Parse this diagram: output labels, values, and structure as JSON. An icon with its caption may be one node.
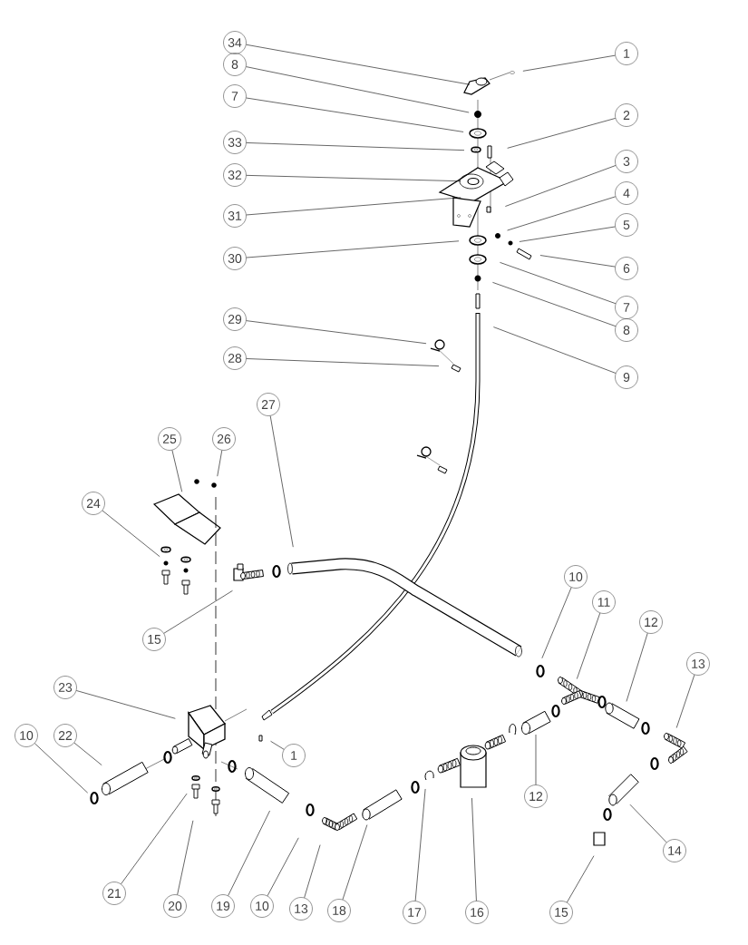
{
  "diagram": {
    "nodes": [
      {
        "text": [
          "34"
        ]
      },
      {
        "text": [
          "1"
        ]
      },
      {
        "text": [
          "8"
        ]
      },
      {
        "text": [
          "7"
        ]
      },
      {
        "text": [
          "33"
        ]
      },
      {
        "text": [
          "2"
        ]
      },
      {
        "text": [
          "32"
        ]
      },
      {
        "text": [
          "3"
        ]
      },
      {
        "text": [
          "31"
        ]
      },
      {
        "text": [
          "4"
        ]
      },
      {
        "text": [
          "5"
        ]
      },
      {
        "text": [
          "30"
        ]
      },
      {
        "text": [
          "6"
        ]
      },
      {
        "text": [
          "7"
        ]
      },
      {
        "text": [
          "8"
        ]
      },
      {
        "text": [
          "29"
        ]
      },
      {
        "text": [
          "28"
        ]
      },
      {
        "text": [
          "9"
        ]
      },
      {
        "text": [
          "25"
        ]
      },
      {
        "text": [
          "26"
        ]
      },
      {
        "text": [
          "27"
        ]
      },
      {
        "text": [
          "24"
        ]
      },
      {
        "text": [
          "15"
        ]
      },
      {
        "text": [
          "10"
        ]
      },
      {
        "text": [
          "11"
        ]
      },
      {
        "text": [
          "12"
        ]
      },
      {
        "text": [
          "13"
        ]
      },
      {
        "text": [
          "23"
        ]
      },
      {
        "text": [
          "1"
        ]
      },
      {
        "text": [
          "10"
        ]
      },
      {
        "text": [
          "22"
        ]
      },
      {
        "text": [
          "12"
        ]
      },
      {
        "text": [
          "14"
        ]
      },
      {
        "text": [
          "21"
        ]
      },
      {
        "text": [
          "20"
        ]
      },
      {
        "text": [
          "19"
        ]
      },
      {
        "text": [
          "10"
        ]
      },
      {
        "text": [
          "13"
        ]
      },
      {
        "text": [
          "18"
        ]
      },
      {
        "text": [
          "17"
        ]
      },
      {
        "text": [
          "16"
        ]
      },
      {
        "text": [
          "15"
        ]
      }
    ],
    "edges": [
      {
        "from": 0,
        "to": null,
        "arrow": "none"
      },
      {
        "from": 1,
        "to": null,
        "arrow": "none"
      },
      {
        "from": 2,
        "to": null,
        "arrow": "none"
      },
      {
        "from": 3,
        "to": null,
        "arrow": "none"
      },
      {
        "from": 4,
        "to": null,
        "arrow": "none"
      },
      {
        "from": 5,
        "to": null,
        "arrow": "none"
      },
      {
        "from": 6,
        "to": null,
        "arrow": "none"
      },
      {
        "from": 7,
        "to": null,
        "arrow": "none"
      },
      {
        "from": 8,
        "to": null,
        "arrow": "none"
      },
      {
        "from": 9,
        "to": null,
        "arrow": "none"
      },
      {
        "from": 10,
        "to": null,
        "arrow": "none"
      },
      {
        "from": 11,
        "to": null,
        "arrow": "none"
      },
      {
        "from": 12,
        "to": null,
        "arrow": "none"
      },
      {
        "from": 13,
        "to": null,
        "arrow": "none"
      },
      {
        "from": 14,
        "to": null,
        "arrow": "none"
      },
      {
        "from": 15,
        "to": null,
        "arrow": "none"
      },
      {
        "from": 16,
        "to": null,
        "arrow": "none"
      },
      {
        "from": 17,
        "to": null,
        "arrow": "none"
      },
      {
        "from": 18,
        "to": null,
        "arrow": "none"
      },
      {
        "from": 19,
        "to": null,
        "arrow": "none"
      },
      {
        "from": 20,
        "to": null,
        "arrow": "none"
      },
      {
        "from": 21,
        "to": null,
        "arrow": "none"
      },
      {
        "from": 22,
        "to": null,
        "arrow": "none"
      },
      {
        "from": 23,
        "to": null,
        "arrow": "none"
      },
      {
        "from": 24,
        "to": null,
        "arrow": "none"
      },
      {
        "from": 25,
        "to": null,
        "arrow": "none"
      },
      {
        "from": 26,
        "to": null,
        "arrow": "none"
      },
      {
        "from": 27,
        "to": null,
        "arrow": "none"
      },
      {
        "from": 28,
        "to": null,
        "arrow": "none"
      },
      {
        "from": 29,
        "to": null,
        "arrow": "none"
      },
      {
        "from": 30,
        "to": null,
        "arrow": "none"
      },
      {
        "from": 31,
        "to": null,
        "arrow": "none"
      },
      {
        "from": 32,
        "to": null,
        "arrow": "none"
      },
      {
        "from": 33,
        "to": null,
        "arrow": "none"
      },
      {
        "from": 34,
        "to": null,
        "arrow": "none"
      },
      {
        "from": 35,
        "to": null,
        "arrow": "none"
      },
      {
        "from": 36,
        "to": null,
        "arrow": "none"
      },
      {
        "from": 37,
        "to": null,
        "arrow": "none"
      },
      {
        "from": 38,
        "to": null,
        "arrow": "none"
      },
      {
        "from": 39,
        "to": null,
        "arrow": "none"
      },
      {
        "from": 40,
        "to": null,
        "arrow": "none"
      },
      {
        "from": 41,
        "to": null,
        "arrow": "none"
      }
    ]
  }
}
